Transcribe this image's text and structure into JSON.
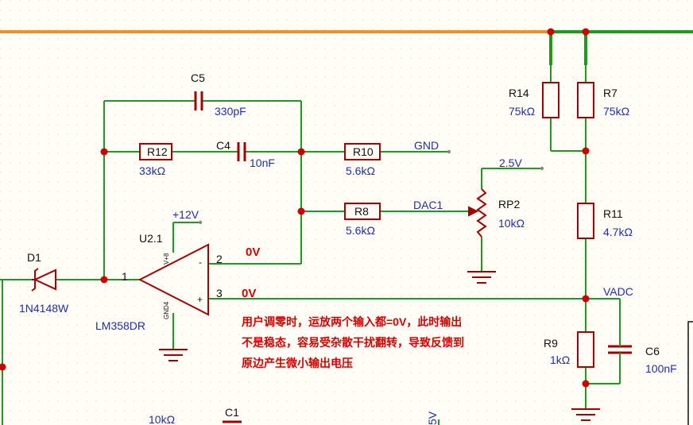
{
  "components": {
    "c5": {
      "ref": "C5",
      "value": "330pF"
    },
    "c4": {
      "ref": "C4",
      "value": "10nF"
    },
    "r12": {
      "ref": "R12",
      "value": "33kΩ"
    },
    "r10": {
      "ref": "R10",
      "value": "5.6kΩ"
    },
    "r8": {
      "ref": "R8",
      "value": "5.6kΩ"
    },
    "rp2": {
      "ref": "RP2",
      "value": "10kΩ"
    },
    "r14": {
      "ref": "R14",
      "value": "75kΩ"
    },
    "r7": {
      "ref": "R7",
      "value": "75kΩ"
    },
    "r11": {
      "ref": "R11",
      "value": "4.7kΩ"
    },
    "r9": {
      "ref": "R9",
      "value": "1kΩ"
    },
    "c6": {
      "ref": "C6",
      "value": "100nF"
    },
    "d1": {
      "ref": "D1",
      "value": "1N4148W"
    },
    "u2": {
      "ref": "U2.1",
      "value": "LM358DR",
      "pin1": "1",
      "pin2": "2",
      "pin3": "3",
      "minus": "-",
      "plus": "+",
      "v_pin": "V+8",
      "gnd_pin": "GND4"
    }
  },
  "nets": {
    "gnd": "GND",
    "v25": "2.5V",
    "dac": "DAC1",
    "v12": "+12V",
    "vadc": "VADC"
  },
  "annotations": {
    "pin2_voltage": "0V",
    "pin3_voltage": "0V",
    "note_lines": [
      "用户调零时，运放两个输入都=0V，此时输出",
      "不是稳态，容易受杂散干扰翻转，导致反馈到",
      "原边产生微小输出电压"
    ]
  },
  "partial": {
    "c1": "C1",
    "res_value": "10kΩ",
    "v_fragment": "5V"
  },
  "colors": {
    "wire": "#1e9a1e",
    "part": "#a50000",
    "power_rail": "#f0902a",
    "label": "#1d2fb0",
    "annotation": "#d40000"
  }
}
